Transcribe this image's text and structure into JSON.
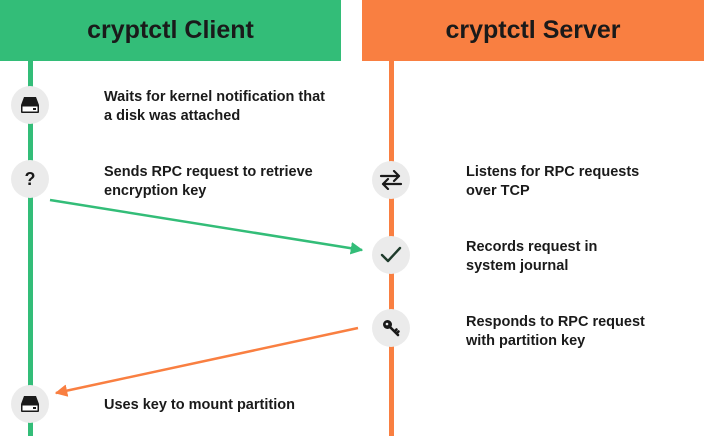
{
  "colors": {
    "client": "#33bd78",
    "server": "#f97f41",
    "node_bg": "#ebebeb",
    "icon": "#1a1a1a"
  },
  "client": {
    "title": "cryptctl Client",
    "steps": [
      {
        "icon": "disk-icon",
        "text": "Waits for kernel notification that\na disk was attached"
      },
      {
        "icon": "question-icon",
        "text": "Sends RPC request to retrieve\nencryption key"
      },
      {
        "icon": "disk-icon",
        "text": "Uses key to mount partition"
      }
    ]
  },
  "server": {
    "title": "cryptctl Server",
    "steps": [
      {
        "icon": "exchange-arrows-icon",
        "text": "Listens for RPC requests\nover TCP"
      },
      {
        "icon": "checkmark-icon",
        "text": "Records request in\nsystem journal"
      },
      {
        "icon": "key-icon",
        "text": "Responds to RPC request\nwith partition key"
      }
    ]
  },
  "messages": [
    {
      "from": "client",
      "to": "server",
      "label": ""
    },
    {
      "from": "server",
      "to": "client",
      "label": ""
    }
  ]
}
